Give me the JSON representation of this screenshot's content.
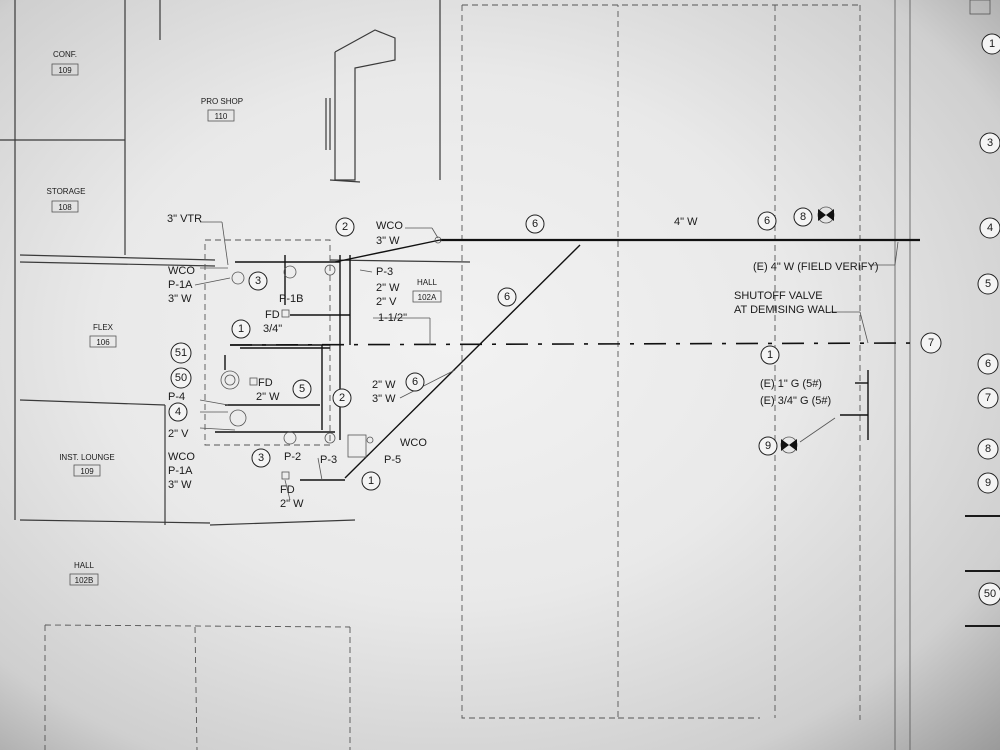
{
  "rooms": {
    "conf": {
      "name": "CONF.",
      "number": "109"
    },
    "pro_shop": {
      "name": "PRO SHOP",
      "number": "110"
    },
    "storage": {
      "name": "STORAGE",
      "number": "108"
    },
    "flex": {
      "name": "FLEX",
      "number": "106"
    },
    "hall_a": {
      "name": "HALL",
      "number": "102A"
    },
    "inst_lounge": {
      "name": "INST. LOUNGE",
      "number": "109"
    },
    "hall_b": {
      "name": "HALL",
      "number": "102B"
    }
  },
  "notes": {
    "vtr": "3\" VTR",
    "wco_1": "WCO",
    "p1a_1": "P-1A",
    "w3_1": "3\" W",
    "p1b": "P-1B",
    "wco_2": "WCO",
    "w3_2": "3\" W",
    "p3_1": "P-3",
    "w2_1": "2\" W",
    "v2_1": "2\" V",
    "pipe_1_5": "1-1/2\"",
    "fd_1": "FD",
    "pipe_3_4": "3/4\"",
    "fd_2": "FD",
    "w2_2": "2\" W",
    "p4": "P-4",
    "v2_2": "2\" V",
    "w2_3": "2\" W",
    "w3_3": "3\" W",
    "wco_3": "WCO",
    "wco_4": "WCO",
    "p1a_2": "P-1A",
    "w3_4": "3\" W",
    "p2": "P-2",
    "p3_2": "P-3",
    "p5": "P-5",
    "fd_3": "FD",
    "w2_4": "2\" W",
    "w4": "4\" W",
    "existing_4w": "(E) 4\" W (FIELD VERIFY)",
    "shutoff_1": "SHUTOFF VALVE",
    "shutoff_2": "AT DEMISING WALL",
    "gas_1in": "(E) 1\" G (5#)",
    "gas_3_4in": "(E) 3/4\" G (5#)"
  },
  "keynotes": {
    "k2a": "2",
    "k3a": "3",
    "k1a": "1",
    "k51": "51",
    "k50a": "50",
    "k4": "4",
    "k5": "5",
    "k2b": "2",
    "k3b": "3",
    "k1b": "1",
    "k6a": "6",
    "k6b": "6",
    "k6c": "6",
    "k6d": "6",
    "k8": "8",
    "k1c": "1",
    "k7": "7",
    "k9": "9"
  },
  "schedule": {
    "s1": "1",
    "s3": "3",
    "s4": "4",
    "s5": "5",
    "s6": "6",
    "s7": "7",
    "s8": "8",
    "s9": "9",
    "s50": "50"
  }
}
